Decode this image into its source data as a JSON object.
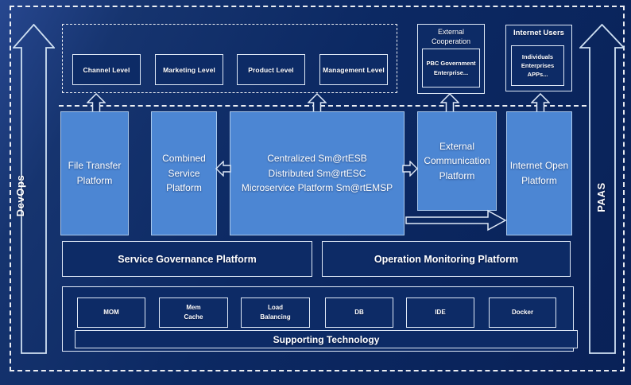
{
  "side_rails": {
    "devops_label": "DevOps",
    "paas_label": "PAAS"
  },
  "levels_band": {
    "items": [
      "Channel Level",
      "Marketing Level",
      "Product Level",
      "Management Level"
    ]
  },
  "external_cooperation": {
    "title": "External Cooperation",
    "members": "PBC Government\nEnterprise..."
  },
  "internet_users": {
    "title": "Internet Users",
    "members": "Individuals\nEnterprises\nAPPs..."
  },
  "platforms": [
    {
      "label": "File Transfer Platform"
    },
    {
      "label": "Combined Service Platform"
    },
    {
      "label": "Centralized Sm@rtESB\nDistributed Sm@rtESC\nMicroservice Platform Sm@rtEMSP"
    },
    {
      "label": "External Communication Platform"
    },
    {
      "label": "Internet Open Platform"
    }
  ],
  "governance_row": {
    "service_governance": "Service Governance Platform",
    "operation_monitoring": "Operation Monitoring Platform"
  },
  "supporting_section": {
    "bar_label": "Supporting Technology",
    "technologies": [
      "MOM",
      "Mem\nCache",
      "Load\nBalancing",
      "DB",
      "IDE",
      "Docker"
    ]
  },
  "colors": {
    "background_navy": "#0c2963",
    "box_navy": "#0d2b66",
    "light_blue": "#4c86d3",
    "line_white": "#ffffff"
  }
}
